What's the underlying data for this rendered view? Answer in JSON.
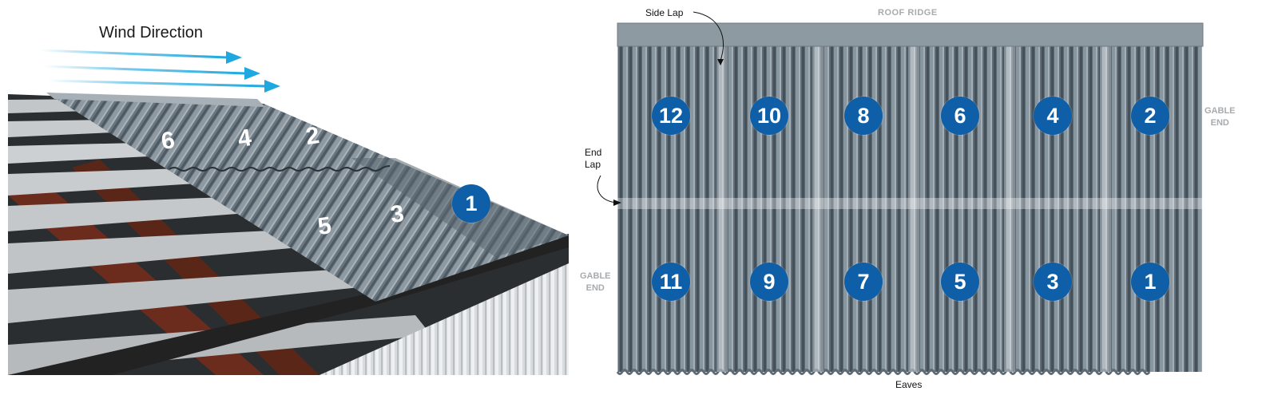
{
  "wind": {
    "label": "Wind Direction"
  },
  "perspective": {
    "badge": "1",
    "sheet_numbers": [
      "6",
      "4",
      "2",
      "5",
      "3"
    ]
  },
  "plan": {
    "labels": {
      "side_lap": "Side Lap",
      "roof_ridge": "ROOF RIDGE",
      "end_lap_1": "End",
      "end_lap_2": "Lap",
      "gable_end_right_1": "GABLE",
      "gable_end_right_2": "END",
      "gable_end_left_1": "GABLE",
      "gable_end_left_2": "END",
      "eaves": "Eaves"
    },
    "top_row": [
      "12",
      "10",
      "8",
      "6",
      "4",
      "2"
    ],
    "bottom_row": [
      "11",
      "9",
      "7",
      "5",
      "3",
      "1"
    ]
  },
  "colors": {
    "badge": "#0f5fa8",
    "arrow": "#1fa8df",
    "sheet": "#5d6a74"
  }
}
